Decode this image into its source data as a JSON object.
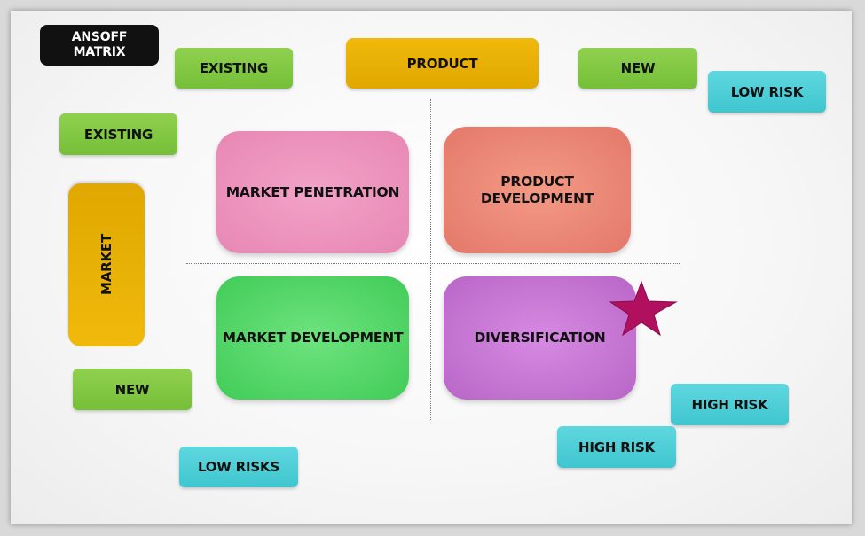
{
  "title": "ANSOFF\nMATRIX",
  "axes": {
    "product_label": "PRODUCT",
    "market_label": "MARKET",
    "product_existing": "EXISTING",
    "product_new": "NEW",
    "market_existing": "EXISTING",
    "market_new": "NEW"
  },
  "risk_labels": {
    "top_right": "LOW RISK",
    "bottom_left": "LOW RISKS",
    "bottom_right_upper": "HIGH RISK",
    "bottom_right_lower": "HIGH RISK"
  },
  "quadrants": {
    "market_penetration": "MARKET PENETRATION",
    "product_development": "PRODUCT DEVELOPMENT",
    "market_development": "MARKET DEVELOPMENT",
    "diversification": "DIVERSIFICATION"
  },
  "colors": {
    "star": "#b0105e",
    "axis_label": "#e8b000",
    "category_label": "#7ec443",
    "risk_label": "#4fd0d8"
  }
}
